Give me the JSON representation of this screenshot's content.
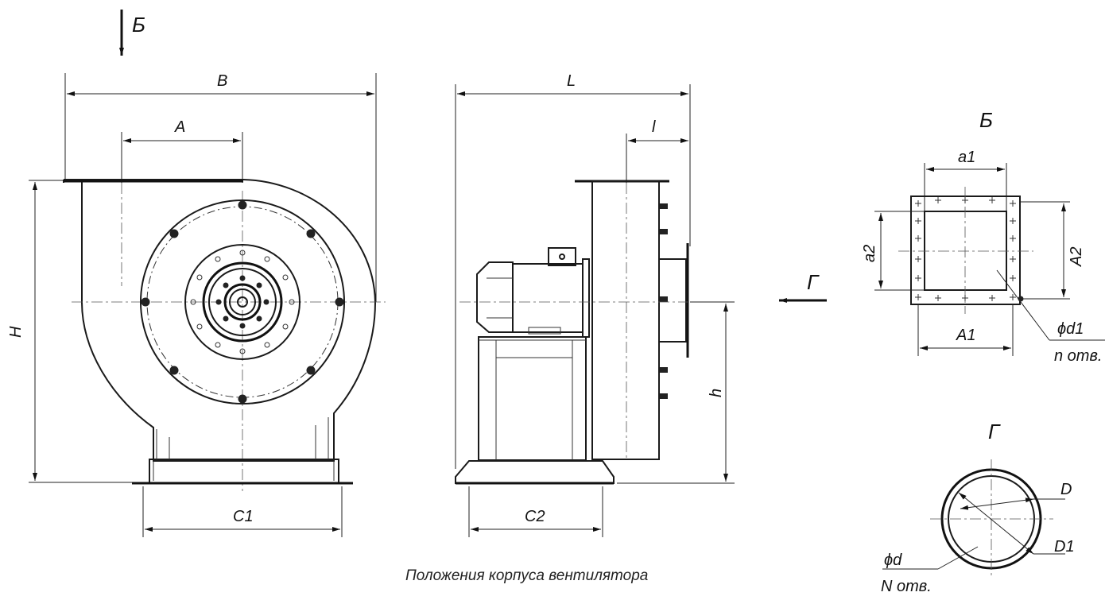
{
  "labels": {
    "view_marker_b": "Б",
    "dim_B": "B",
    "dim_A": "A",
    "dim_H": "H",
    "dim_C1": "C1",
    "dim_L": "L",
    "dim_l": "l",
    "dim_h": "h",
    "dim_C2": "C2",
    "view_marker_g": "Г",
    "view_b_title": "Б",
    "dim_a1": "a1",
    "dim_a2": "a2",
    "dim_A2": "A2",
    "dim_A1": "A1",
    "hole_d1": "ϕd1",
    "holes_n": "n отв.",
    "view_g_title": "Г",
    "dim_D": "D",
    "dim_D1": "D1",
    "hole_d": "ϕd",
    "holes_N": "N отв."
  },
  "caption": "Положения корпуса вентилятора"
}
